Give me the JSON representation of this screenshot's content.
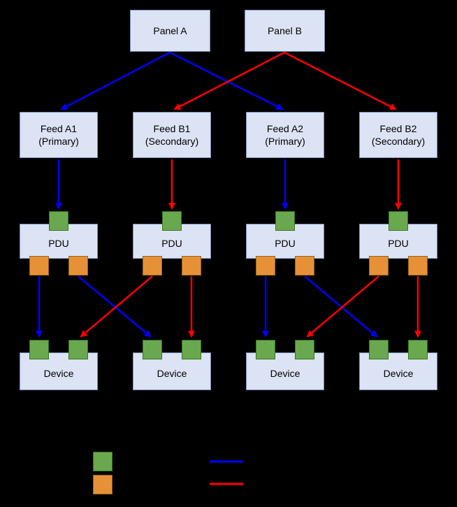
{
  "diagram": {
    "panels": [
      "Panel A",
      "Panel B"
    ],
    "feeds": [
      {
        "name": "Feed A1",
        "type": "(Primary)"
      },
      {
        "name": "Feed B1",
        "type": "(Secondary)"
      },
      {
        "name": "Feed A2",
        "type": "(Primary)"
      },
      {
        "name": "Feed B2",
        "type": "(Secondary)"
      }
    ],
    "pdus": [
      "PDU",
      "PDU",
      "PDU",
      "PDU"
    ],
    "devices": [
      "Device",
      "Device",
      "Device",
      "Device"
    ],
    "colors": {
      "background": "#000000",
      "box_fill": "#dbe3f4",
      "box_border": "#7d91bd",
      "port_in_fill": "#6aa84f",
      "port_in_border": "#38761d",
      "port_out_fill": "#e69138",
      "port_out_border": "#996515",
      "primary_line": "#0000ff",
      "secondary_line": "#ff0000",
      "text": "#000000"
    }
  }
}
